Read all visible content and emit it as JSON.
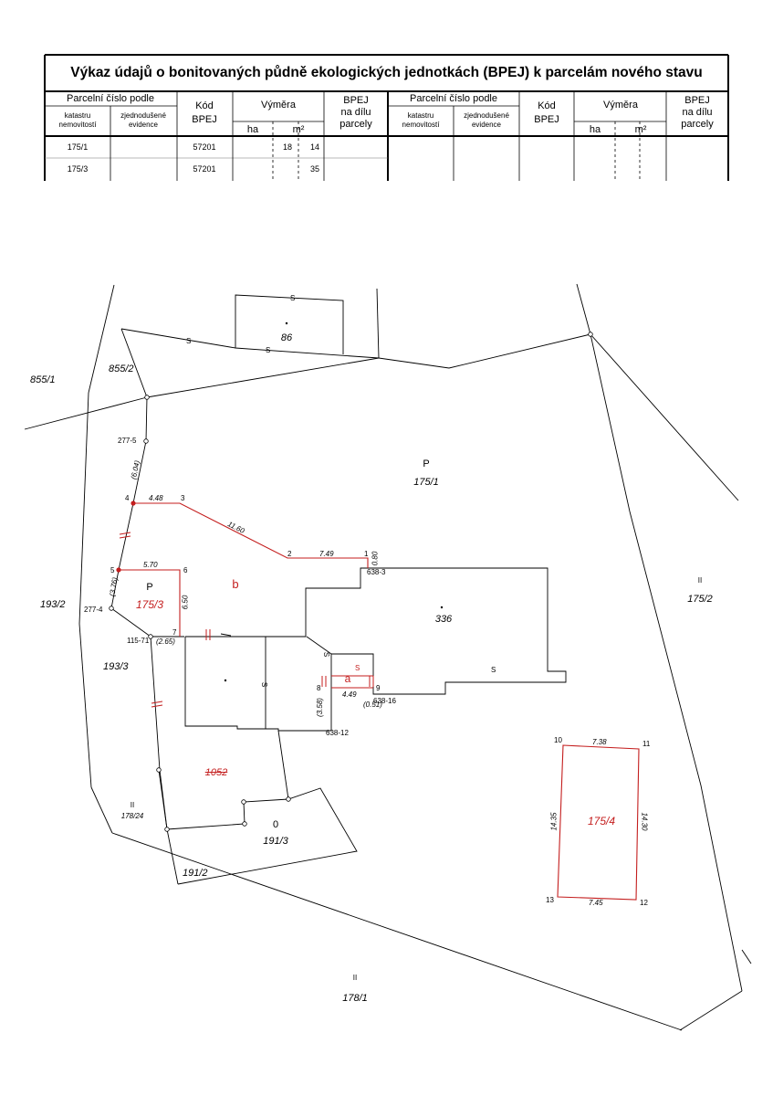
{
  "table": {
    "title": "Výkaz údajů o bonitovaných půdně ekologických jednotkách (BPEJ) k parcelám nového stavu",
    "headers": {
      "parcel_number": "Parcelní číslo podle",
      "cadastre_line1": "katastru",
      "cadastre_line2": "nemovitostí",
      "simplified_line1": "zjednodušené",
      "simplified_line2": "evidence",
      "code_line1": "Kód",
      "code_line2": "BPEJ",
      "area": "Výměra",
      "ha": "ha",
      "m2": "m²",
      "bpej_line1": "BPEJ",
      "bpej_line2": "na dílu",
      "bpej_line3": "parcely"
    },
    "rows": [
      {
        "parcel": "175/1",
        "code": "57201",
        "area_a": "18",
        "area_b": "14"
      },
      {
        "parcel": "175/3",
        "code": "57201",
        "area_a": "",
        "area_b": "35"
      }
    ]
  },
  "map": {
    "parcels": {
      "p855_1": "855/1",
      "p855_2": "855/2",
      "p86": "86",
      "p175_1": "175/1",
      "p175_2": "175/2",
      "p175_3": "175/3",
      "p175_4": "175/4",
      "p193_2": "193/2",
      "p193_3": "193/3",
      "p336": "336",
      "p1052": "1052",
      "p178_24": "178/24",
      "p191_3": "191/3",
      "p191_2": "191/2",
      "p178_1": "178/1"
    },
    "land_use": {
      "p_upper": "P",
      "p_small": "P",
      "double_bar_right": "II",
      "double_bar_left": "II",
      "double_bar_bottom": "II",
      "zero_191_3": "0"
    },
    "zones": {
      "a": "a",
      "b": "b"
    },
    "points": {
      "pt1": "1",
      "pt2": "2",
      "pt3": "3",
      "pt4": "4",
      "pt5": "5",
      "pt6": "6",
      "pt7": "7",
      "pt8": "8",
      "pt9": "9",
      "pt10": "10",
      "pt11": "11",
      "pt12": "12",
      "pt13": "13",
      "pt277_5": "277-5",
      "pt277_4": "277-4",
      "pt115_71": "115-71",
      "pt638_3": "638-3",
      "pt638_12": "638-12",
      "pt638_16": "638-16"
    },
    "dimensions": {
      "d4_3": "4.48",
      "d3_2": "11.60",
      "d2_1": "7.49",
      "d1_down": "0.80",
      "d5_6": "5.70",
      "d6_7": "6.50",
      "d_left_top": "(6.04)",
      "d_left_mid": "(3.76)",
      "d_left_bot": "(2.65)",
      "d8_9": "4.49",
      "d8_v": "(3.58)",
      "d9_v": "(0.51)",
      "d10_11": "7.38",
      "d13_12": "7.45",
      "d10_13": "14.35",
      "d11_12": "14.30"
    },
    "symbols": {
      "s_top": "S",
      "s_road_top": "S",
      "s_road_mid": "S",
      "s_bldg_left": "S",
      "s_bldg_mid": "S",
      "s_bldg_right": "S",
      "s_red_a": "S"
    }
  }
}
